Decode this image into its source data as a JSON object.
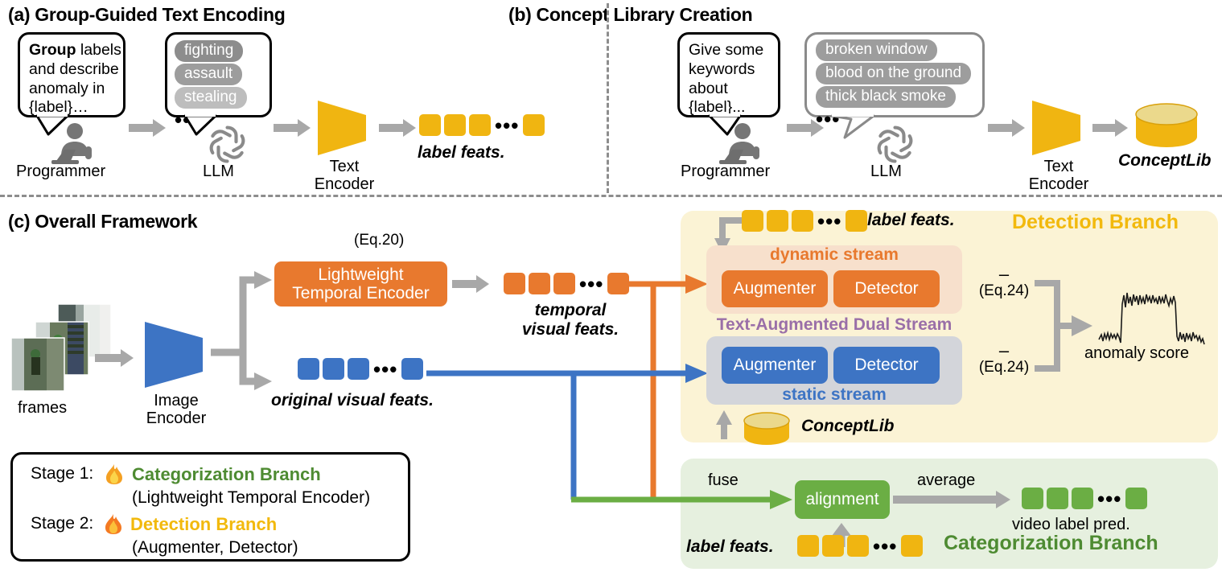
{
  "figure": {
    "panels": [
      {
        "id": "a",
        "title": "(a) Group-Guided Text Encoding"
      },
      {
        "id": "b",
        "title": "(b) Concept Library Creation"
      },
      {
        "id": "c",
        "title": "(c) Overall Framework"
      }
    ]
  },
  "panel_a": {
    "prompt_bubble": {
      "bold_word": "Group",
      "rest_line1": " labels",
      "line2": "and describe",
      "line3": "anomaly in",
      "line4": "{label}…"
    },
    "actor_label": "Programmer",
    "llm_label": "LLM",
    "llm_bubble_tags": [
      "fighting",
      "assault",
      "stealing"
    ],
    "llm_bubble_ellipsis": "•••",
    "encoder_label_line1": "Text",
    "encoder_label_line2": "Encoder",
    "feature_label": "label feats.",
    "feature_count": 4,
    "feature_ellipsis": "•••"
  },
  "panel_b": {
    "prompt_bubble": {
      "line1": "Give some",
      "line2": "keywords",
      "line3": "about",
      "line4": "{label}..."
    },
    "actor_label": "Programmer",
    "llm_label": "LLM",
    "llm_bubble_tags": [
      "broken window",
      "blood on the ground",
      "thick black smoke"
    ],
    "llm_bubble_ellipsis": "•••",
    "encoder_label_line1": "Text",
    "encoder_label_line2": "Encoder",
    "output_label": "ConceptLib"
  },
  "panel_c": {
    "frames_label": "frames",
    "image_encoder_line1": "Image",
    "image_encoder_line2": "Encoder",
    "eq20": "(Eq.20)",
    "temporal_encoder_line1": "Lightweight",
    "temporal_encoder_line2": "Temporal Encoder",
    "temporal_feats_line1": "temporal",
    "temporal_feats_line2": "visual feats.",
    "original_feats_label": "original visual feats.",
    "feature_ellipsis": "•••"
  },
  "detection_branch": {
    "title": "Detection Branch",
    "label_feats": "label feats.",
    "dynamic_stream": "dynamic stream",
    "static_stream": "static stream",
    "dual_stream": "Text-Augmented Dual Stream",
    "augmenter": "Augmenter",
    "detector": "Detector",
    "eq24_top": "(Eq.24)",
    "eq24_bottom": "(Eq.24)",
    "bar_glyph": "–",
    "conceptlib": "ConceptLib",
    "output_label": "anomaly score"
  },
  "categorization_branch": {
    "title": "Categorization Branch",
    "fuse_label": "fuse",
    "alignment_label": "alignment",
    "average_label": "average",
    "label_feats": "label feats.",
    "output_label": "video label pred."
  },
  "legend": {
    "stage1_prefix": "Stage 1:",
    "stage1_flame": "🔥",
    "stage1_branch": "Categorization Branch",
    "stage1_sub": "(Lightweight Temporal Encoder)",
    "stage2_prefix": "Stage 2:",
    "stage2_flame": "🔥",
    "stage2_branch": "Detection Branch",
    "stage2_sub": "(Augmenter, Detector)"
  },
  "colors": {
    "gold": "#F0B511",
    "gold_dark": "#D9A10C",
    "orange": "#E8792E",
    "orange_soft": "#F7E0CC",
    "blue": "#3D74C4",
    "blue_soft": "#D3D5DA",
    "green": "#6BAE44",
    "green_soft": "#E6F0DF",
    "yellow_soft": "#FBF3D5",
    "gray": "#9A9A9A",
    "purple": "#9A6FA8",
    "green_text": "#4E8B32",
    "gold_text": "#F2B90D"
  },
  "chart_data": {
    "type": "line",
    "title": "anomaly score",
    "xlabel": "",
    "ylabel": "",
    "series": [
      {
        "name": "anomaly score",
        "description": "noisy low baseline, high plateau in the middle, noisy low baseline again",
        "values": [
          0.14,
          0.2,
          0.1,
          0.22,
          0.12,
          0.18,
          0.11,
          0.2,
          0.13,
          0.19,
          0.86,
          0.94,
          0.8,
          0.97,
          0.83,
          0.9,
          0.78,
          0.95,
          0.82,
          0.92,
          0.79,
          0.93,
          0.84,
          0.9,
          0.8,
          0.95,
          0.16,
          0.24,
          0.1,
          0.26,
          0.13,
          0.22,
          0.09,
          0.2,
          0.14,
          0.18,
          0.1,
          0.12,
          0.06,
          0.04
        ]
      }
    ],
    "ylim": [
      0,
      1
    ],
    "grid": false,
    "legend": "none"
  }
}
